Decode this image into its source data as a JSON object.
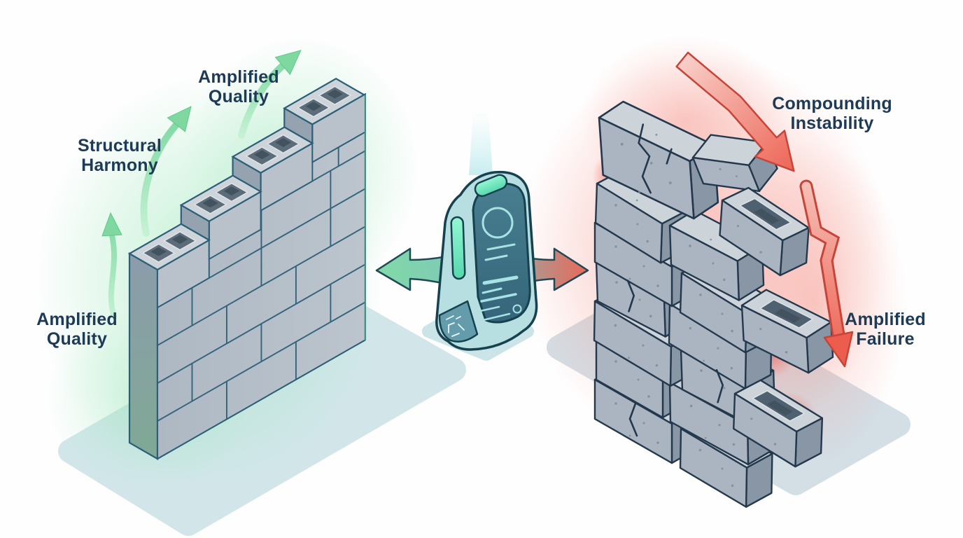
{
  "illustration": {
    "labels": {
      "amplified_quality_top": {
        "line1": "Amplified",
        "line2": "Quality"
      },
      "structural_harmony": {
        "line1": "Structural",
        "line2": "Harmony"
      },
      "amplified_quality_left": {
        "line1": "Amplified",
        "line2": "Quality"
      },
      "compounding_instability": {
        "line1": "Compounding",
        "line2": "Instability"
      },
      "amplified_failure": {
        "line1": "Amplified",
        "line2": "Failure"
      }
    },
    "colors": {
      "label_text": "#1d3a57",
      "growth_green": "#7cd69d",
      "failure_red": "#ee6a5c",
      "device_teal": "#9fd3d8",
      "brick_gray": "#b2bcc6",
      "platform_blue": "#d2e6ea"
    }
  }
}
